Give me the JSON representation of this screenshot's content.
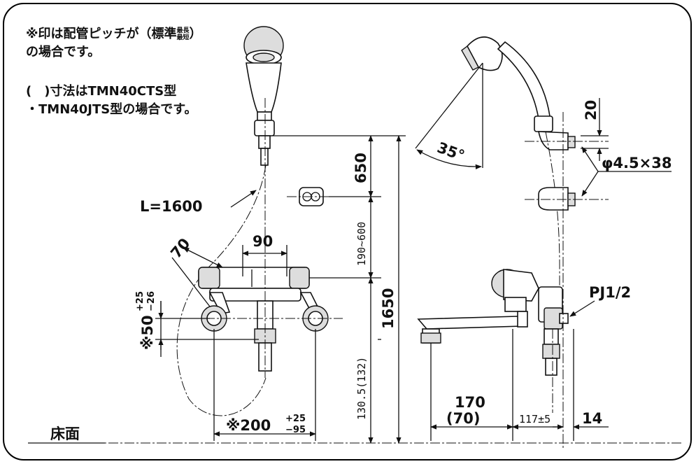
{
  "notes": {
    "pitch_line1_prefix": "※印は配管ピッチが（標準",
    "pitch_small_top": "最長",
    "pitch_small_bottom": "最短",
    "pitch_line1_suffix": "）",
    "pitch_line2": "の場合です。",
    "paren_line1": "(　)寸法はTMN40CTS型",
    "paren_line2": "・TMN40JTS型の場合です。"
  },
  "labels": {
    "hose_length": "L=1600",
    "floor": "床面",
    "pj": "PJ1/2",
    "angle": "35°",
    "screw": "φ4.5×38"
  },
  "dimensions": {
    "d650": "650",
    "d190_600": "190~600",
    "d1650": "1650",
    "d130": "130.5(132)",
    "d90": "90",
    "d70": "70",
    "d50_main": "※50",
    "d50_plus": "+25",
    "d50_minus": "−26",
    "d200_main": "※200",
    "d200_plus": "+25",
    "d200_minus": "−95",
    "d170": "170",
    "d70p": "(70)",
    "d117": "117±5",
    "d14": "14",
    "d20": "20"
  }
}
